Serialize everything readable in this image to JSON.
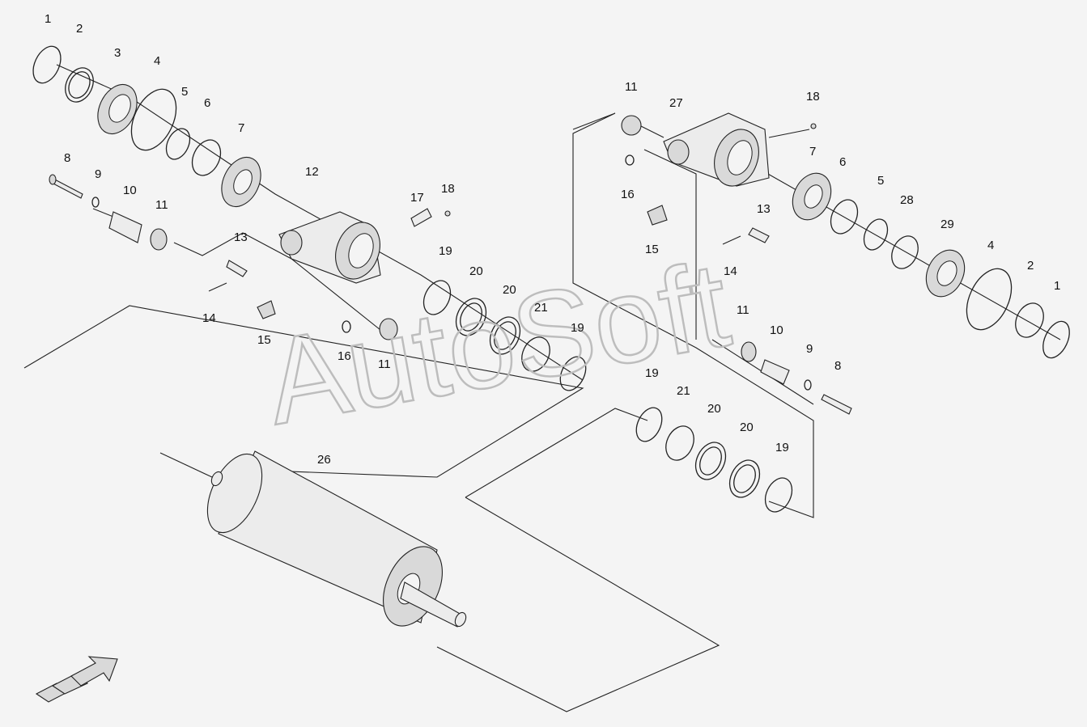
{
  "diagram": {
    "watermark": "AutoSoft",
    "callouts": [
      {
        "id": "c1a",
        "text": "1"
      },
      {
        "id": "c2a",
        "text": "2"
      },
      {
        "id": "c3a",
        "text": "3"
      },
      {
        "id": "c4a",
        "text": "4"
      },
      {
        "id": "c5a",
        "text": "5"
      },
      {
        "id": "c6a",
        "text": "6"
      },
      {
        "id": "c7a",
        "text": "7"
      },
      {
        "id": "c8a",
        "text": "8"
      },
      {
        "id": "c9a",
        "text": "9"
      },
      {
        "id": "c10a",
        "text": "10"
      },
      {
        "id": "c11a",
        "text": "11"
      },
      {
        "id": "c12",
        "text": "12"
      },
      {
        "id": "c13a",
        "text": "13"
      },
      {
        "id": "c14a",
        "text": "14"
      },
      {
        "id": "c15a",
        "text": "15"
      },
      {
        "id": "c16a",
        "text": "16"
      },
      {
        "id": "c11b",
        "text": "11"
      },
      {
        "id": "c17",
        "text": "17"
      },
      {
        "id": "c18a",
        "text": "18"
      },
      {
        "id": "c19a",
        "text": "19"
      },
      {
        "id": "c20a",
        "text": "20"
      },
      {
        "id": "c20b",
        "text": "20"
      },
      {
        "id": "c21a",
        "text": "21"
      },
      {
        "id": "c19b",
        "text": "19"
      },
      {
        "id": "c26",
        "text": "26"
      },
      {
        "id": "c11c",
        "text": "11"
      },
      {
        "id": "c27",
        "text": "27"
      },
      {
        "id": "c18b",
        "text": "18"
      },
      {
        "id": "c16b",
        "text": "16"
      },
      {
        "id": "c15b",
        "text": "15"
      },
      {
        "id": "c13b",
        "text": "13"
      },
      {
        "id": "c14b",
        "text": "14"
      },
      {
        "id": "c7b",
        "text": "7"
      },
      {
        "id": "c6b",
        "text": "6"
      },
      {
        "id": "c5b",
        "text": "5"
      },
      {
        "id": "c28",
        "text": "28"
      },
      {
        "id": "c29",
        "text": "29"
      },
      {
        "id": "c4b",
        "text": "4"
      },
      {
        "id": "c2b",
        "text": "2"
      },
      {
        "id": "c1b",
        "text": "1"
      },
      {
        "id": "c11d",
        "text": "11"
      },
      {
        "id": "c10b",
        "text": "10"
      },
      {
        "id": "c9b",
        "text": "9"
      },
      {
        "id": "c8b",
        "text": "8"
      },
      {
        "id": "c19c",
        "text": "19"
      },
      {
        "id": "c21b",
        "text": "21"
      },
      {
        "id": "c20c",
        "text": "20"
      },
      {
        "id": "c20d",
        "text": "20"
      },
      {
        "id": "c19d",
        "text": "19"
      }
    ]
  }
}
